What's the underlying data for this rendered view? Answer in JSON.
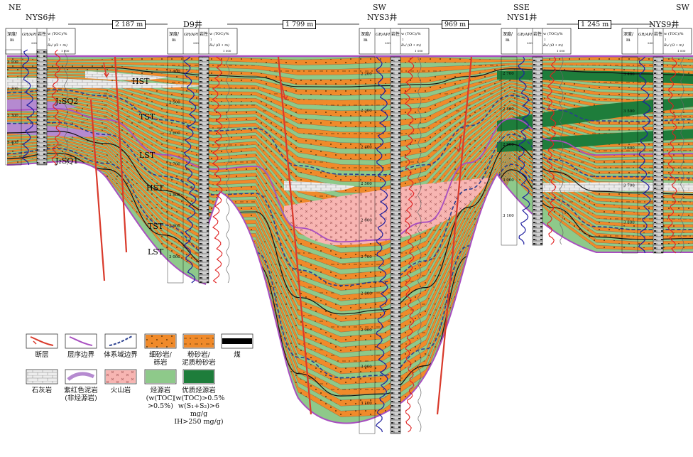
{
  "directions": {
    "ne": "NE",
    "sw1": "SW",
    "sse": "SSE",
    "sw2": "SW"
  },
  "wells": [
    {
      "name": "NYS6井"
    },
    {
      "name": "D9井"
    },
    {
      "name": "NYS3井"
    },
    {
      "name": "NYS1井"
    },
    {
      "name": "NYS9井"
    }
  ],
  "distances": [
    "2 187 m",
    "1 799 m",
    "969 m",
    "1 245 m"
  ],
  "track_headers": {
    "depth": "深度/",
    "depth_unit": "m",
    "gr": "GR/API",
    "lith": "岩性",
    "toc": "w (TOC)/%",
    "res": "R₀/ (Ω • m)",
    "scale_min": "1",
    "scale_gr": "200",
    "scale_res": "1 000"
  },
  "depth_labels": {
    "nys6": [
      "3 100",
      "3 200",
      "3 300",
      "3 400"
    ],
    "d9": [
      "2 400",
      "2 500",
      "2 600",
      "2 700",
      "2 800",
      "2 900",
      "3 000"
    ],
    "nys3": [
      "2 200",
      "2 300",
      "2 400",
      "2 500",
      "2 600",
      "2 700",
      "2 800",
      "2 900",
      "3 000",
      "3 100"
    ],
    "nys1": [
      "2 700",
      "2 800",
      "2 900",
      "3 000",
      "3 100"
    ],
    "nys9": [
      "3 400",
      "3 500",
      "3 600",
      "3 700",
      "3 800"
    ]
  },
  "sequence_labels": {
    "hst1": "HST",
    "jsq2": "J₂SQ2",
    "tst1": "TST",
    "lst1": "LST",
    "jsq1": "J₂SQ1",
    "hst2": "HST",
    "tst2": "TST",
    "lst2": "LST"
  },
  "legend": [
    {
      "label": "断层"
    },
    {
      "label": "层序边界"
    },
    {
      "label": "体系域边界"
    },
    {
      "label": "细砂岩/\n砾岩"
    },
    {
      "label": "粉砂岩/\n泥质粉砂岩"
    },
    {
      "label": "煤"
    },
    {
      "label": "石灰岩"
    },
    {
      "label": "紫红色泥岩\n(非烃源岩)"
    },
    {
      "label": "火山岩"
    },
    {
      "label": "烃源岩\n(w(TOC)\n>0.5%)"
    },
    {
      "label": "优质烃源岩\n(w(TOC)>0.5%\nw(S₁+S₂)>6 mg/g\nIH>250 mg/g)"
    }
  ],
  "colors": {
    "green": "#8ec98a",
    "dark_green": "#1e7d3b",
    "orange": "#f08a2a",
    "pink": "#f7b5b2",
    "purple": "#b58ad0",
    "fault": "#d93a2b",
    "seq_boundary": "#a84fc0",
    "sys_boundary": "#2a3f8f",
    "gr_curve": "#1f1fa0",
    "toc_curve": "#e02020"
  }
}
